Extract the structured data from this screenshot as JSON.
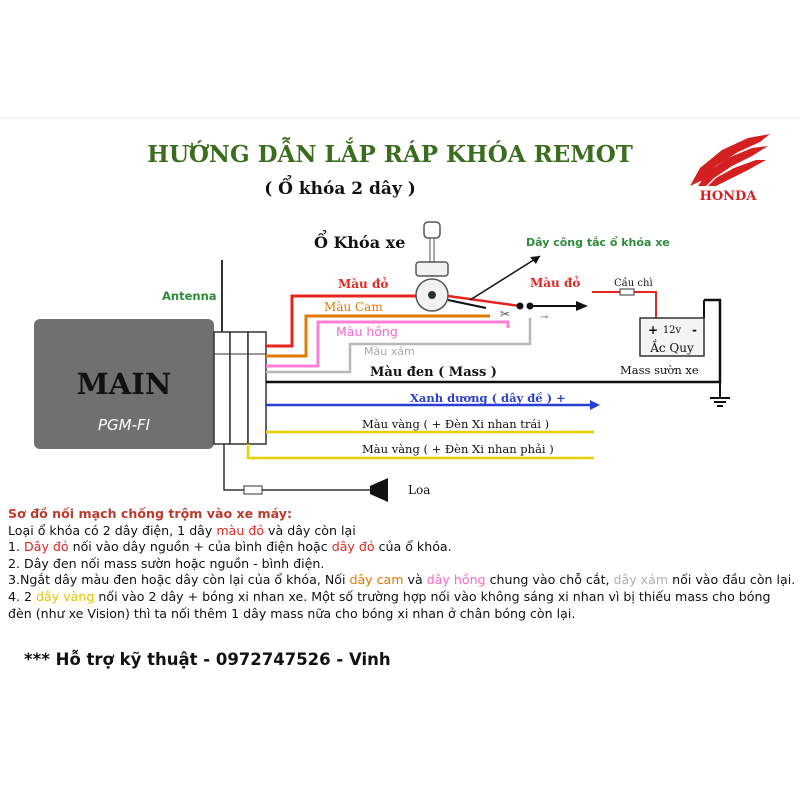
{
  "title": "HƯỚNG DẪN LẮP RÁP KHÓA REMOT",
  "subtitle": "( Ổ khóa 2 dây )",
  "brand": "HONDA",
  "colors": {
    "title_green": "#3a6e1e",
    "brand_red": "#d42020",
    "red": "#e52520",
    "orange": "#e07b00",
    "pink": "#ff7fd4",
    "gray": "#b8b8b8",
    "black": "#111111",
    "blue": "#2a3fd6",
    "yellow": "#ead000",
    "main_box": "#707070",
    "green_label": "#2c8c3a"
  },
  "labels": {
    "antenna": "Antenna",
    "lock": "Ổ Khóa xe",
    "switch_wire": "Dây công tắc ổ khóa xe",
    "red1": "Màu đỏ",
    "red2": "Màu đỏ",
    "orange": "Màu Cam",
    "pink": "Màu hồng",
    "gray": "Màu xám",
    "black": "Màu đen ( Mass )",
    "blue": "Xanh dương ( dây đề ) +",
    "yellow1": "Màu vàng ( + Đèn Xi nhan trái )",
    "yellow2": "Màu vàng ( + Đèn Xi nhan phải )",
    "fuse": "Cầu chì",
    "battery_volt": "12v",
    "battery_plus": "+",
    "battery_minus": "-",
    "battery_name": "Ắc Quy",
    "ground": "Mass sườn xe",
    "speaker": "Loa",
    "main": "MAIN",
    "model": "PGM-FI"
  },
  "notes": {
    "heading": "Sơ đồ nối mạch chống trộm vào xe máy:",
    "l0a": "Loại ổ khóa có 2 dây điện, 1 dây ",
    "l0b": "màu đỏ",
    "l0c": " và dây còn lại",
    "l1a": "1. ",
    "l1b": "Dây đỏ",
    "l1c": " nối vào dây nguồn + của bình điện hoặc ",
    "l1d": "dây đỏ",
    "l1e": " của ổ khóa.",
    "l2": "2. Dây đen nối mass sườn hoặc nguồn - bình điện.",
    "l3a": "3.Ngắt dây màu đen hoặc dây còn lại của ổ khóa, Nối ",
    "l3b": "dây cam",
    "l3c": " và ",
    "l3d": "dây hồng",
    "l3e": " chung vào chỗ cắt, ",
    "l3f": "dây xám",
    "l3g": " nối vào đầu còn lại.",
    "l4a": "4. 2 ",
    "l4b": "dây vàng",
    "l4c": " nối vào 2 dây + bóng xi nhan xe. Một số trường hợp nối vào không sáng xi nhan vì bị thiếu mass cho bóng đèn (như xe Vision) thì ta nối thêm 1 dây mass nữa cho bóng xi nhan ở chân bóng còn lại."
  },
  "support": "*** Hỗ trợ kỹ thuật - 0972747526 - Vinh"
}
